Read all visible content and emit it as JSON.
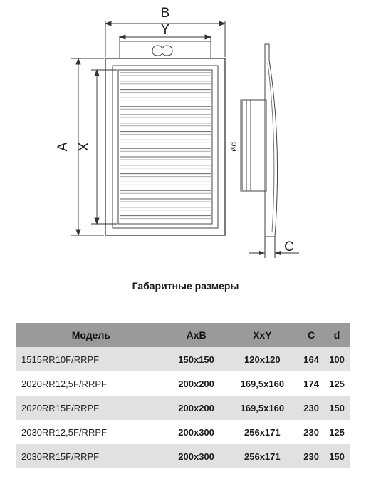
{
  "drawing": {
    "labels": {
      "b": "B",
      "y": "Y",
      "a": "A",
      "x": "X",
      "d": "ød",
      "c": "C"
    }
  },
  "caption": "Габаритные размеры",
  "table": {
    "headers": [
      "Модель",
      "AxB",
      "XxY",
      "C",
      "d"
    ],
    "rows": [
      {
        "model": "1515RR10F/RRPF",
        "axb": "150x150",
        "xxy": "120x120",
        "c": "164",
        "d": "100"
      },
      {
        "model": "2020RR12,5F/RRPF",
        "axb": "200x200",
        "xxy": "169,5x160",
        "c": "174",
        "d": "125"
      },
      {
        "model": "2020RR15F/RRPF",
        "axb": "200x200",
        "xxy": "169,5x160",
        "c": "230",
        "d": "150"
      },
      {
        "model": "2030RR12,5F/RRPF",
        "axb": "200x300",
        "xxy": "256x171",
        "c": "230",
        "d": "125"
      },
      {
        "model": "2030RR15F/RRPF",
        "axb": "200x300",
        "xxy": "256x171",
        "c": "230",
        "d": "150"
      }
    ]
  }
}
